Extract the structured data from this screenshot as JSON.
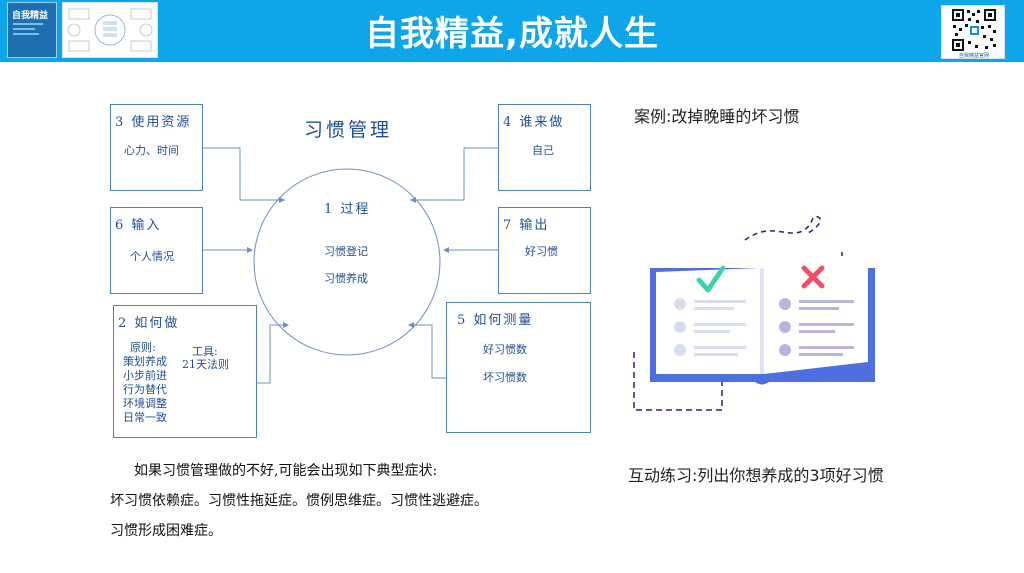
{
  "header": {
    "title": "自我精益,成就人生",
    "book_title": "自我精益",
    "qr_caption": "自我精益官网"
  },
  "diagram": {
    "title": "习惯管理",
    "center": {
      "title": "1 过程",
      "item1": "习惯登记",
      "item2": "习惯养成"
    },
    "box_resources": {
      "title": "3 使用资源",
      "sub": "心力、时间"
    },
    "box_who": {
      "title": "4 谁来做",
      "sub": "自己"
    },
    "box_input": {
      "title": "6 输入",
      "sub": "个人情况"
    },
    "box_output": {
      "title": "7 输出",
      "sub": "好习惯"
    },
    "box_how": {
      "title": "2 如何做",
      "principle_label": "原则:",
      "tool_label": "工具:",
      "tool_value": "21天法则",
      "principles": [
        "策划养成",
        "小步前进",
        "行为替代",
        "环境调整",
        "日常一致"
      ]
    },
    "box_measure": {
      "title": "5 如何测量",
      "item1": "好习惯数",
      "item2": "坏习惯数"
    }
  },
  "text": {
    "para1": "如果习惯管理做的不好,可能会出现如下典型症状:",
    "para2": "坏习惯依赖症。习惯性拖延症。惯例思维症。习惯性逃避症。",
    "para3": "习惯形成困难症。",
    "case": "案例:改掉晚睡的坏习惯",
    "exercise": "互动练习:列出你想养成的3项好习惯"
  },
  "colors": {
    "header_bg": "#0ea5e9",
    "diagram_blue": "#1e4f96",
    "book_blue": "#4f6fe0",
    "check_green": "#3ed2b0",
    "cross_red": "#f0506e"
  },
  "icons": [
    "check-icon",
    "cross-icon",
    "qr-code-icon",
    "open-book-icon"
  ]
}
